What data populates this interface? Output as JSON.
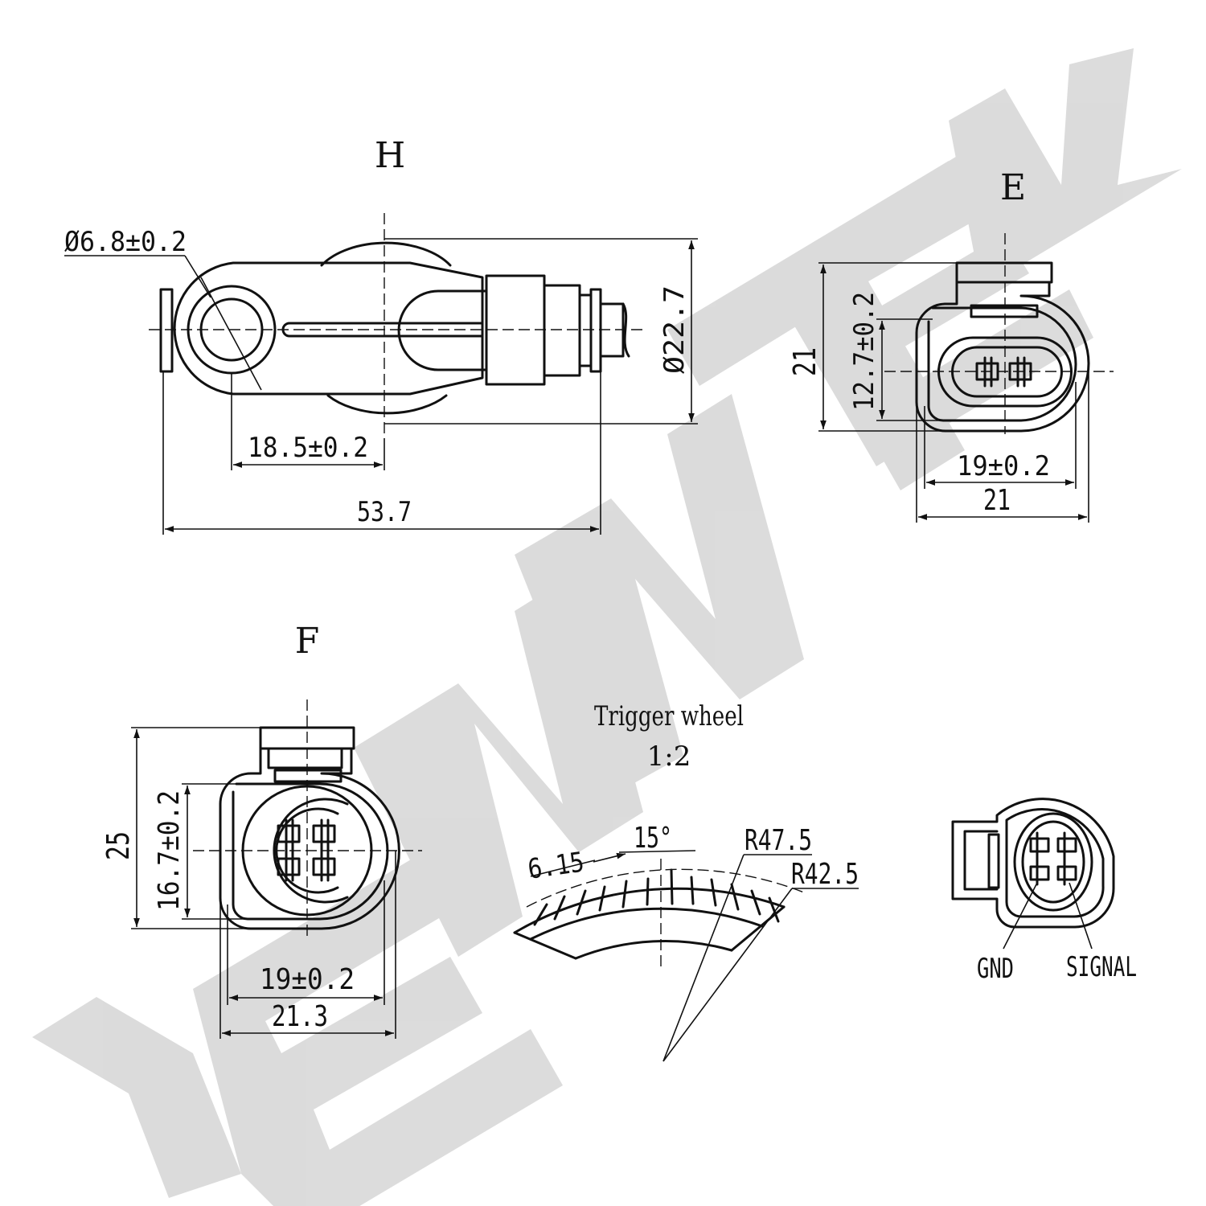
{
  "watermark": {
    "text": "YENNTEK",
    "color": "#dadada"
  },
  "views": {
    "h": {
      "label": "H",
      "dim_hole": "Ø6.8±0.2",
      "dim_diameter": "Ø22.7",
      "dim_offset": "18.5±0.2",
      "dim_length": "53.7"
    },
    "e": {
      "label": "E",
      "dim_height": "21",
      "dim_inner_height": "12.7±0.2",
      "dim_inner_width": "19±0.2",
      "dim_width": "21"
    },
    "f": {
      "label": "F",
      "dim_height": "25",
      "dim_inner_height": "16.7±0.2",
      "dim_inner_width": "19±0.2",
      "dim_width": "21.3"
    },
    "trigger": {
      "title": "Trigger wheel",
      "scale": "1:2",
      "angle": "15°",
      "tooth": "6.15",
      "r_outer": "R47.5",
      "r_inner": "R42.5"
    },
    "pinout": {
      "gnd": "GND",
      "signal": "SIGNAL"
    }
  },
  "icons": [
    "arrow-head-icon"
  ]
}
